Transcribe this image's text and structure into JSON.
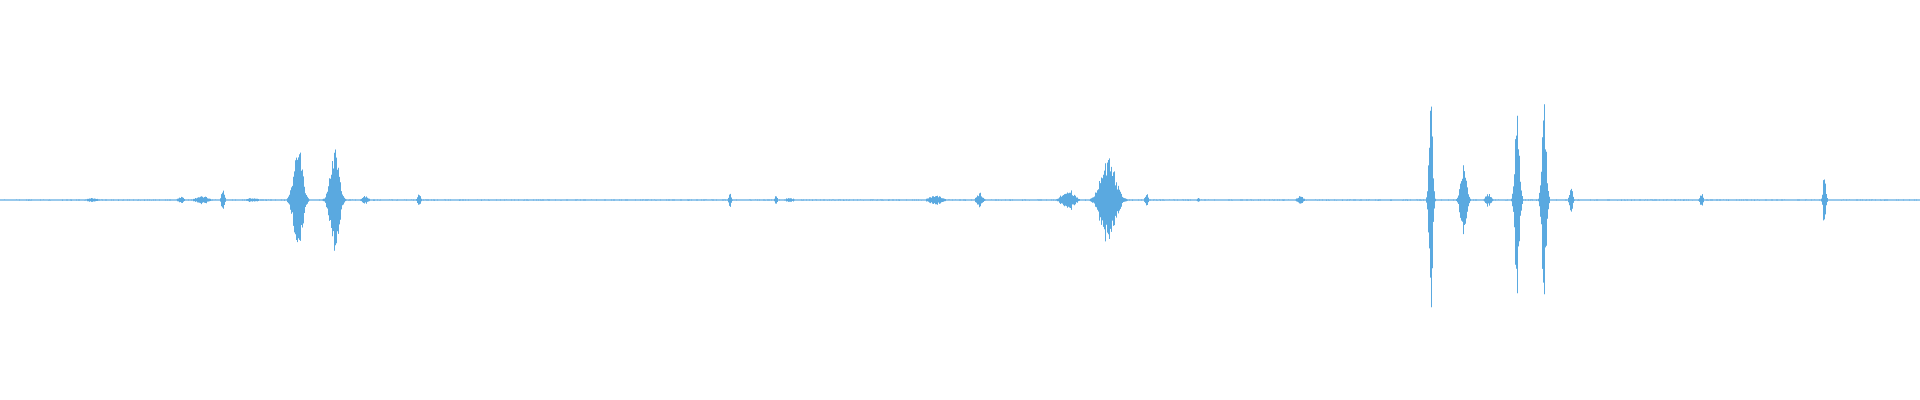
{
  "waveform": {
    "color": "#5aa9e0",
    "baseline_amplitude": 0.005,
    "peak_amplitude_max": 1.0,
    "events": [
      {
        "position": 0.048,
        "amplitude": 0.02,
        "spread": 0.004
      },
      {
        "position": 0.094,
        "amplitude": 0.03,
        "spread": 0.002
      },
      {
        "position": 0.105,
        "amplitude": 0.04,
        "spread": 0.004
      },
      {
        "position": 0.116,
        "amplitude": 0.13,
        "spread": 0.001
      },
      {
        "position": 0.131,
        "amplitude": 0.02,
        "spread": 0.004
      },
      {
        "position": 0.155,
        "amplitude": 0.53,
        "spread": 0.003
      },
      {
        "position": 0.174,
        "amplitude": 0.48,
        "spread": 0.003
      },
      {
        "position": 0.19,
        "amplitude": 0.04,
        "spread": 0.002
      },
      {
        "position": 0.218,
        "amplitude": 0.08,
        "spread": 0.001
      },
      {
        "position": 0.38,
        "amplitude": 0.06,
        "spread": 0.001
      },
      {
        "position": 0.404,
        "amplitude": 0.04,
        "spread": 0.001
      },
      {
        "position": 0.411,
        "amplitude": 0.02,
        "spread": 0.003
      },
      {
        "position": 0.487,
        "amplitude": 0.05,
        "spread": 0.004
      },
      {
        "position": 0.51,
        "amplitude": 0.07,
        "spread": 0.002
      },
      {
        "position": 0.556,
        "amplitude": 0.11,
        "spread": 0.004
      },
      {
        "position": 0.577,
        "amplitude": 0.42,
        "spread": 0.005
      },
      {
        "position": 0.597,
        "amplitude": 0.08,
        "spread": 0.001
      },
      {
        "position": 0.624,
        "amplitude": 0.02,
        "spread": 0.001
      },
      {
        "position": 0.677,
        "amplitude": 0.04,
        "spread": 0.002
      },
      {
        "position": 0.745,
        "amplitude": 1.0,
        "spread": 0.0012
      },
      {
        "position": 0.762,
        "amplitude": 0.36,
        "spread": 0.002
      },
      {
        "position": 0.775,
        "amplitude": 0.06,
        "spread": 0.002
      },
      {
        "position": 0.79,
        "amplitude": 1.0,
        "spread": 0.0015
      },
      {
        "position": 0.804,
        "amplitude": 0.95,
        "spread": 0.0015
      },
      {
        "position": 0.818,
        "amplitude": 0.16,
        "spread": 0.001
      },
      {
        "position": 0.886,
        "amplitude": 0.07,
        "spread": 0.001
      },
      {
        "position": 0.95,
        "amplitude": 0.26,
        "spread": 0.001
      }
    ]
  }
}
